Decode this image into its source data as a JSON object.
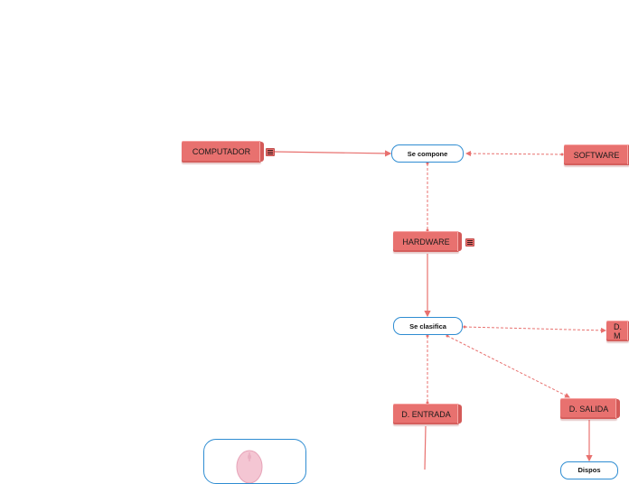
{
  "nodes": {
    "computador": "COMPUTADOR",
    "software": "SOFTWARE",
    "hardware": "HARDWARE",
    "d_entrada": "D. ENTRADA",
    "d_salida": "D. SALIDA",
    "d_m": "D. M"
  },
  "connectors": {
    "se_compone": "Se compone",
    "se_clasifica": "Se clasifica",
    "bottom_partial": "Dispos"
  },
  "icons": {
    "note": "note-icon",
    "mouse": "mouse-image"
  },
  "colors": {
    "topic_fill": "#e8716f",
    "connector_border": "#2f8dd2",
    "line": "#e8716f"
  }
}
